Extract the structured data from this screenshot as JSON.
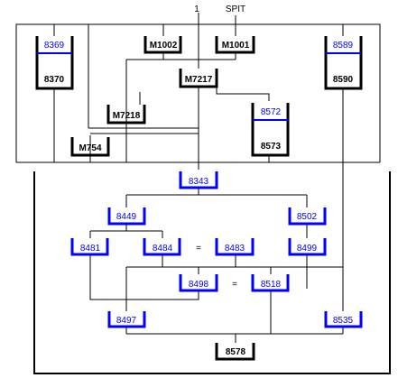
{
  "top_labels": {
    "left": "1",
    "right": "SPIT"
  },
  "colors": {
    "black": "#000000",
    "blue": "#0000ff"
  },
  "nodes": {
    "n8369": "8369",
    "n8370": "8370",
    "m1002": "M1002",
    "m1001": "M1001",
    "n8589": "8589",
    "n8590": "8590",
    "m7217": "M7217",
    "m7218": "M7218",
    "n8572": "8572",
    "n8573": "8573",
    "m754": "M754",
    "n8343": "8343",
    "n8449": "8449",
    "n8502": "8502",
    "n8481": "8481",
    "n8484": "8484",
    "n8483": "8483",
    "n8499": "8499",
    "n8498": "8498",
    "n8518": "8518",
    "n8497": "8497",
    "n8535": "8535",
    "n8578": "8578"
  },
  "equals": {
    "eq1": "=",
    "eq2": "="
  }
}
